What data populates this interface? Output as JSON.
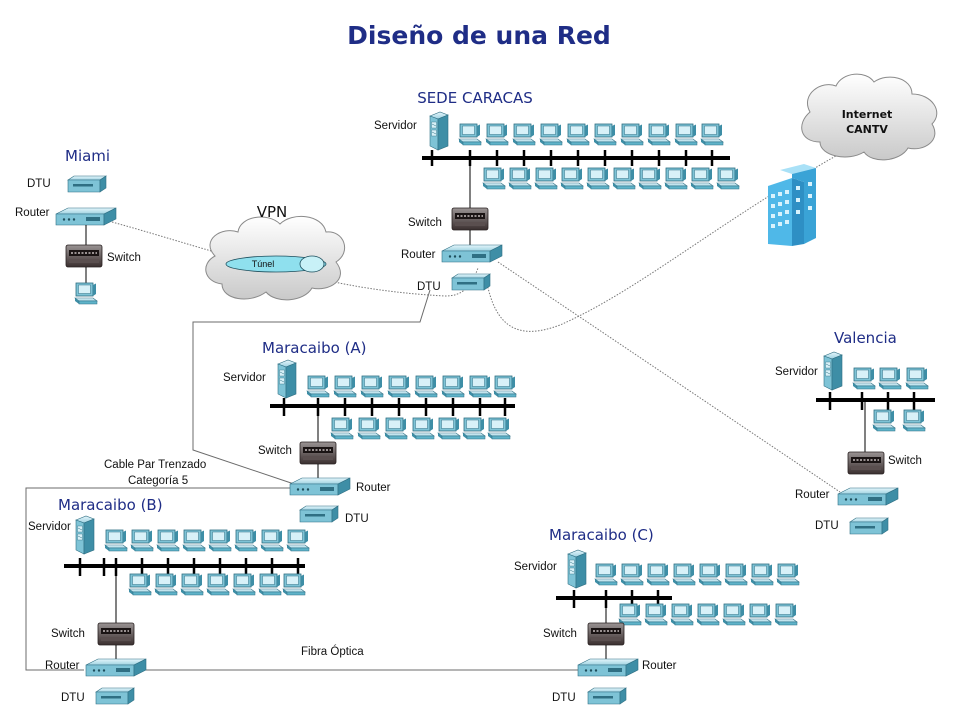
{
  "title": "Diseño de una Red",
  "sites": {
    "caracas": "SEDE CARACAS",
    "miami": "Miami",
    "valencia": "Valencia",
    "maracaibo_a": "Maracaibo (A)",
    "maracaibo_b": "Maracaibo (B)",
    "maracaibo_c": "Maracaibo (C)"
  },
  "labels": {
    "servidor": "Servidor",
    "switch": "Switch",
    "router": "Router",
    "dtu": "DTU"
  },
  "internet": {
    "line1": "Internet",
    "line2": "CANTV"
  },
  "vpn": {
    "label": "VPN",
    "tunnel": "Túnel"
  },
  "cable": {
    "line1": "Cable Par Trenzado",
    "line2": "Categoría 5"
  },
  "fiber": "Fibra Óptica",
  "colors": {
    "title": "#1f2d86",
    "device": "#5fb3c9",
    "building": "#4fb8e8"
  }
}
